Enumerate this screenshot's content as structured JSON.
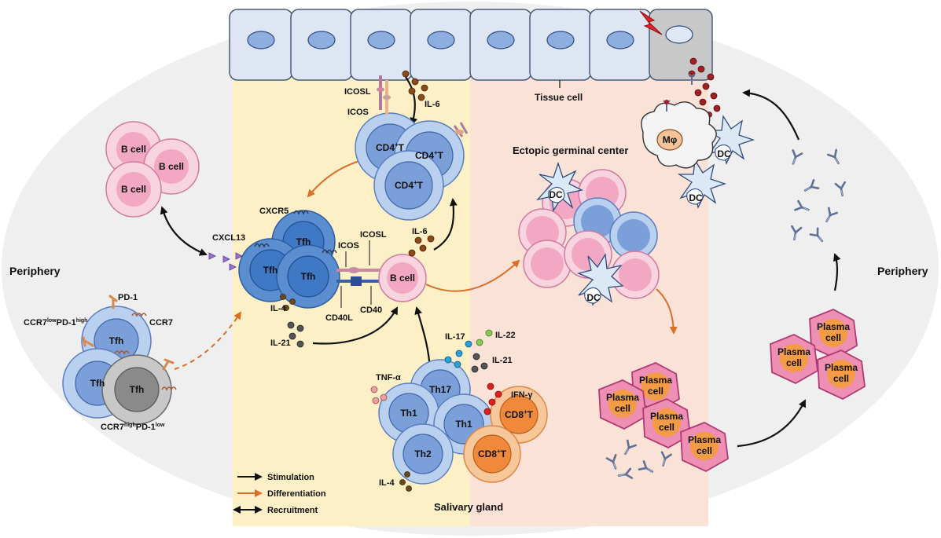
{
  "colors": {
    "periphery_bg": "#efefef",
    "yellow_zone": "#fdf0c6",
    "pink_zone": "#fbe2d6",
    "tcell": "#7b9fd8",
    "tcell_outer": "#b9d0ee",
    "bcell": "#f2a7c3",
    "bcell_outer": "#f8d3e0",
    "plasma": "#e9699c",
    "plasma_nucleus": "#f39b45",
    "cd8": "#f08a3a",
    "dc": "#dbe8f6",
    "stimulation": "#111111",
    "differentiation": "#d8702a",
    "recruitment": "#111111"
  },
  "labels": {
    "periphery_left": "Periphery",
    "periphery_right": "Periphery",
    "tissue_cell": "Tissue cell",
    "ectopic_gc": "Ectopic germinal center",
    "salivary_gland": "Salivary gland",
    "icosl_top": "ICOSL",
    "icos_top": "ICOS",
    "il6_top": "IL-6",
    "cxcr5": "CXCR5",
    "cxcl13": "CXCL13",
    "icos_mid": "ICOS",
    "icosl_mid": "ICOSL",
    "il6_mid": "IL-6",
    "il4_mid": "IL-4",
    "cd40l": "CD40L",
    "cd40": "CD40",
    "il21_mid": "IL-21",
    "pd1": "PD-1",
    "ccr7": "CCR7",
    "il17": "IL-17",
    "il22": "IL-22",
    "il21_th": "IL-21",
    "tnfa": "TNF-α",
    "ifng": "IFN-γ",
    "il4_bottom": "IL-4",
    "mphi": "Mφ"
  },
  "cell_labels": {
    "b_cell": "B cell",
    "cd4": "CD4",
    "cd4_sup": "+",
    "t": "T",
    "tfh": "Tfh",
    "th17": "Th17",
    "th1": "Th1",
    "th2": "Th2",
    "cd8": "CD8",
    "dc": "DC",
    "plasma_line1": "Plasma",
    "plasma_line2": "cell"
  },
  "phenotypes": {
    "upper": {
      "a": "CCR7",
      "a_sup": "low",
      "b": "PD-1",
      "b_sup": "high"
    },
    "lower": {
      "a": "CCR7",
      "a_sup": "high",
      "b": "PD-1",
      "b_sup": "low"
    }
  },
  "legend": [
    {
      "label": "Stimulation",
      "kind": "stimulation"
    },
    {
      "label": "Differentiation",
      "kind": "differentiation"
    },
    {
      "label": "Recruitment",
      "kind": "recruitment"
    }
  ]
}
